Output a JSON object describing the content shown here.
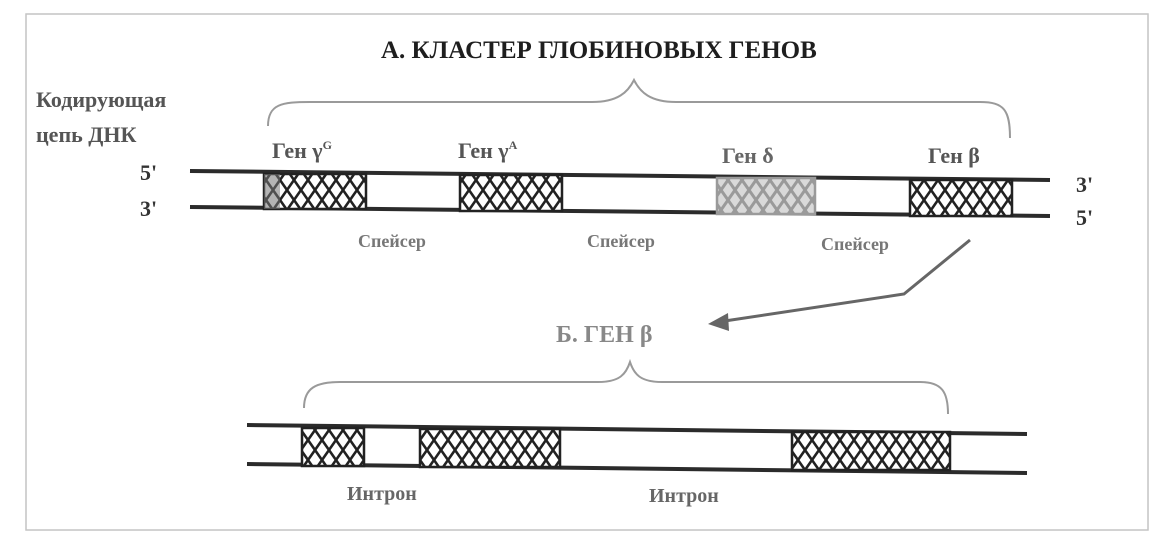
{
  "titles": {
    "cluster": "А. КЛАСТЕР ГЛОБИНОВЫХ ГЕНОВ",
    "gene_b": "Б. ГЕН β"
  },
  "coding_strand": {
    "line1": "Кодирующая",
    "line2": "цепь ДНК"
  },
  "ends": {
    "left_top": "5'",
    "left_bottom": "3'",
    "right_top": "3'",
    "right_bottom": "5'"
  },
  "genes": {
    "gamma_g": {
      "name": "Ген γ",
      "sup": "G"
    },
    "gamma_a": {
      "name": "Ген γ",
      "sup": "A"
    },
    "delta": {
      "name": "Ген δ"
    },
    "beta": {
      "name": "Ген β"
    }
  },
  "spacers": [
    "Спейсер",
    "Спейсер",
    "Спейсер"
  ],
  "introns": [
    "Интрон",
    "Интрон"
  ],
  "colors": {
    "ink": "#2b2b2b",
    "grey_ink": "#555555",
    "bracket": "#9a9a9a",
    "frame": "#bdbdbd"
  }
}
